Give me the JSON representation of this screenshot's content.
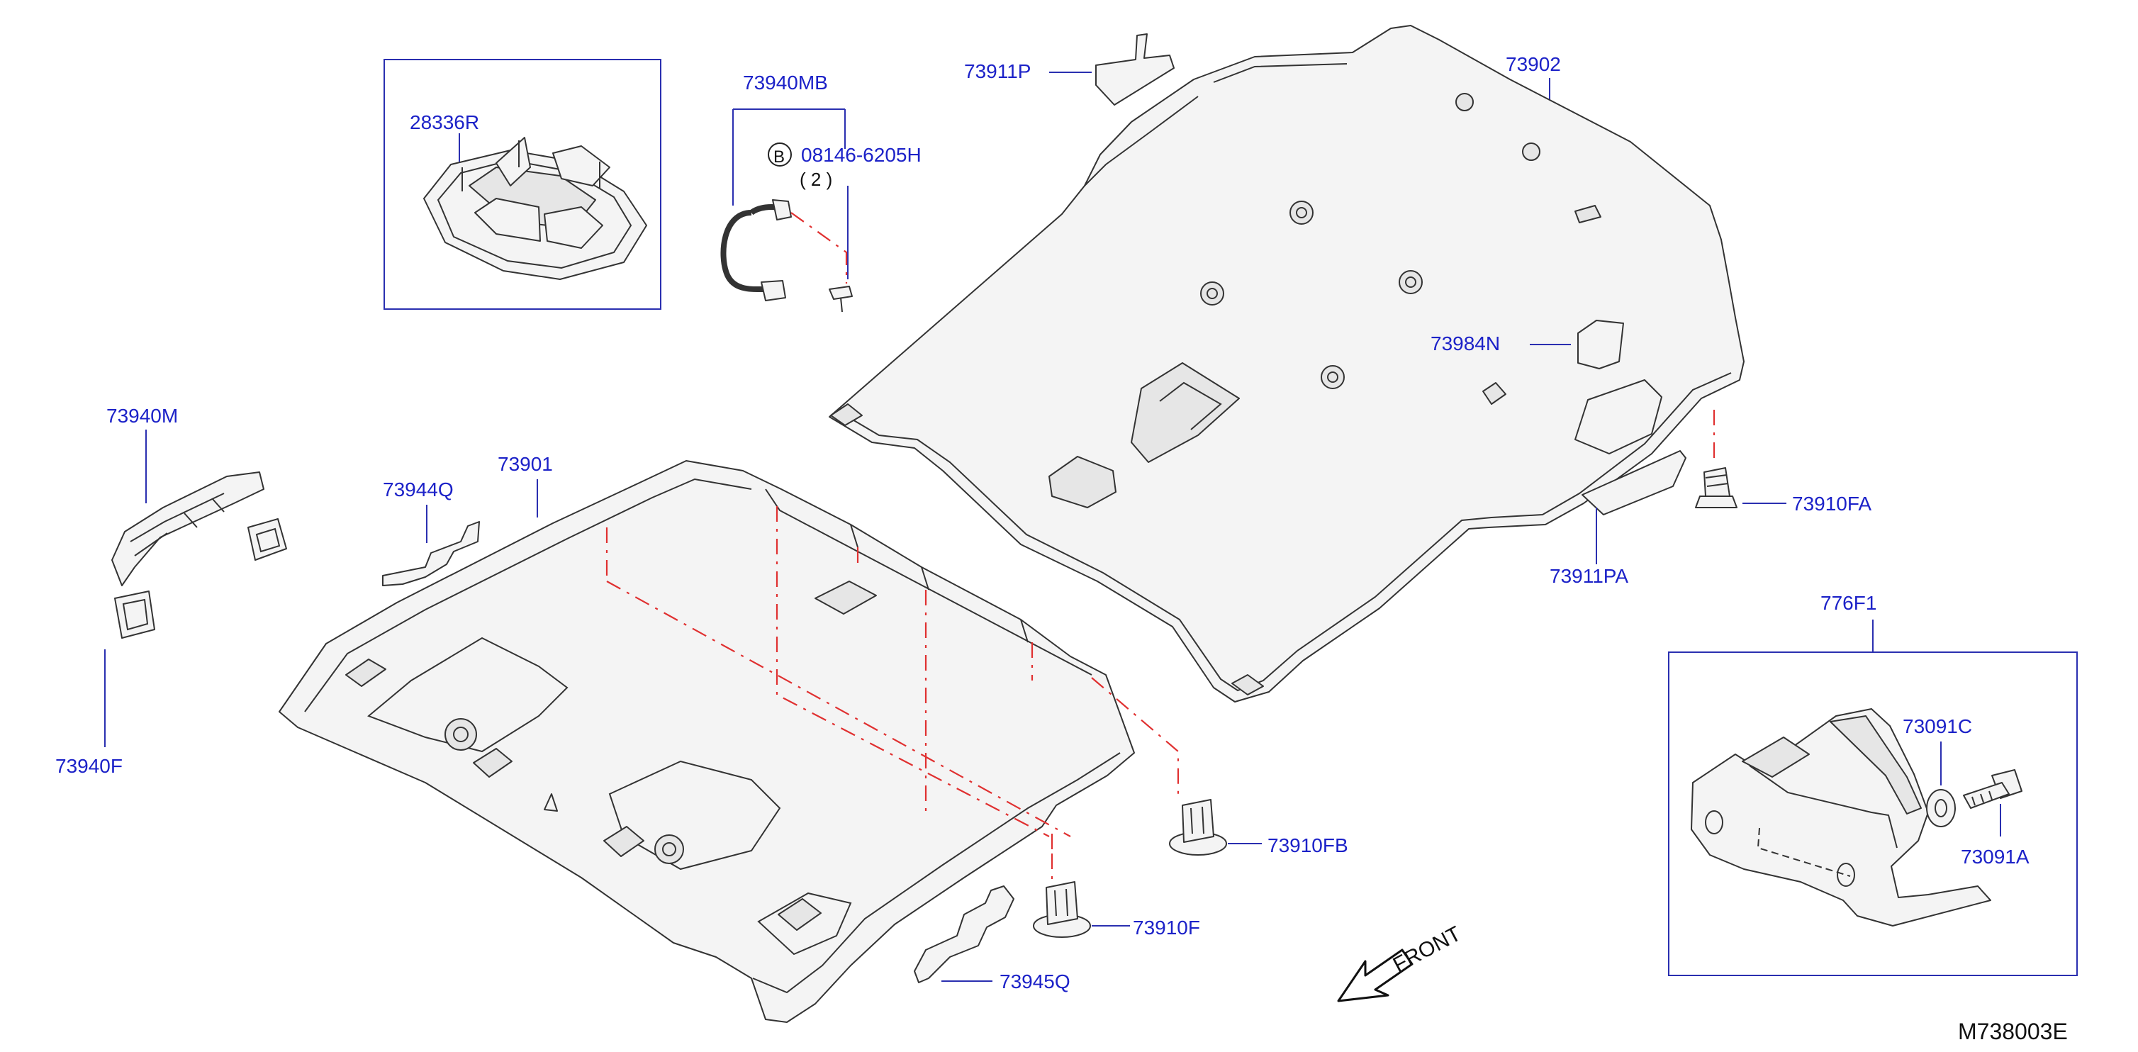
{
  "diagram_code": "M738003E",
  "front_indicator": "FRONT",
  "bolt_note": {
    "badge": "B",
    "part": "08146-6205H",
    "qty": "( 2 )"
  },
  "labels": {
    "p28336R": "28336R",
    "p73940MB": "73940MB",
    "p73911P": "73911P",
    "p73902": "73902",
    "p73984N": "73984N",
    "p73910FA": "73910FA",
    "p73911PA": "73911PA",
    "p776F1": "776F1",
    "p73091C": "73091C",
    "p73091A": "73091A",
    "p73940M": "73940M",
    "p73944Q": "73944Q",
    "p73901": "73901",
    "p73940F": "73940F",
    "p73910FB": "73910FB",
    "p73910F": "73910F",
    "p73945Q": "73945Q"
  },
  "colors": {
    "callout_text": "#1c22c8",
    "leader_line": "#2a2fb0",
    "dash_line": "#e03030",
    "part_outline": "#333333"
  }
}
